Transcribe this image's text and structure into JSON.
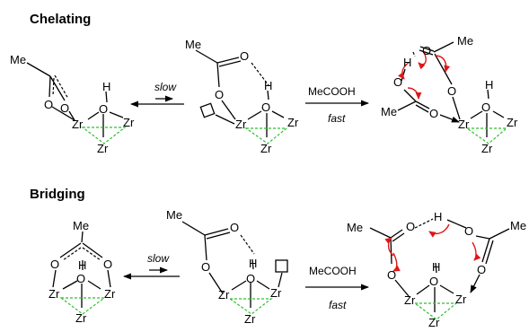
{
  "headers": {
    "chelating": "Chelating",
    "bridging": "Bridging"
  },
  "atoms": {
    "me": "Me",
    "o": "O",
    "h": "H",
    "zr": "Zr"
  },
  "conditions": {
    "slow": "slow",
    "reagent": "MeCOOH",
    "fast": "fast"
  },
  "colors": {
    "bond": "#000000",
    "cluster_dash": "#2fbf2f",
    "electron_arrow": "#e01818"
  }
}
